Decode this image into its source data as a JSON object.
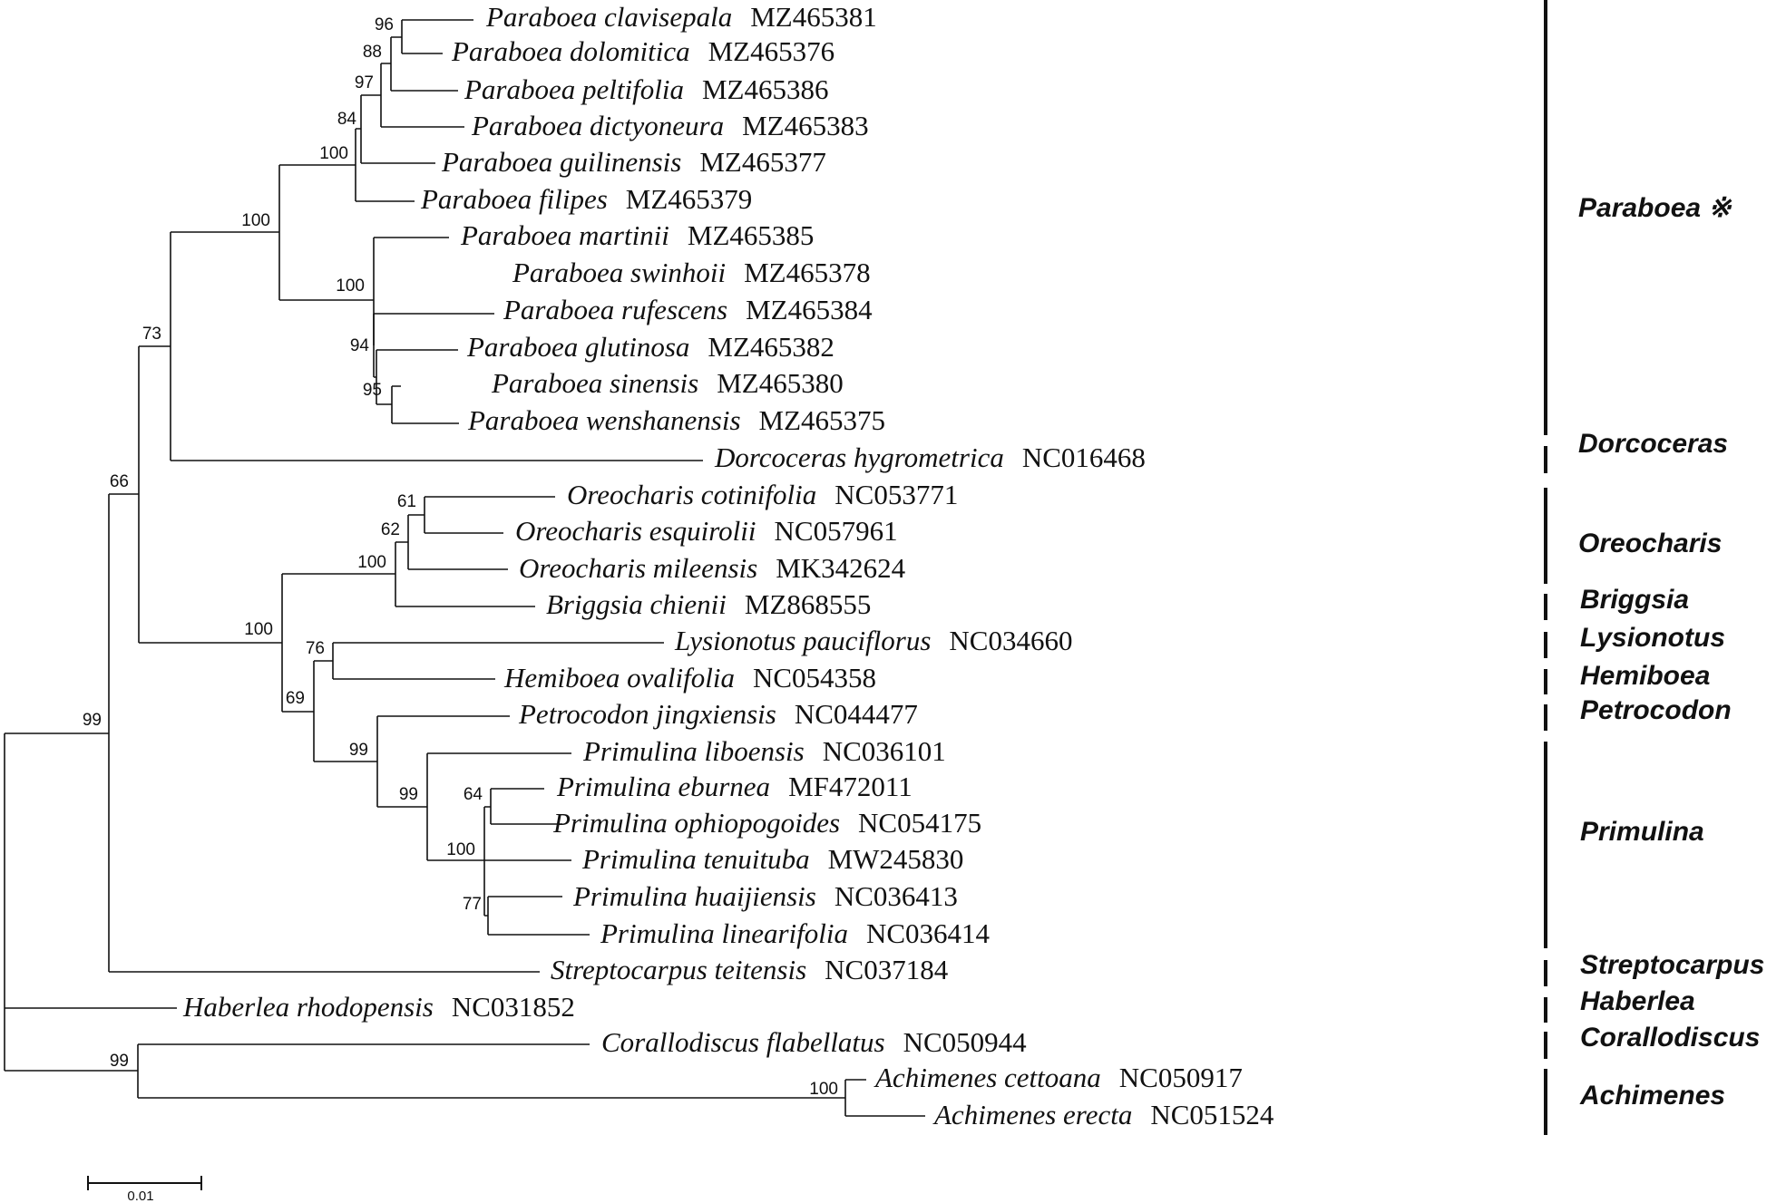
{
  "taxa": [
    {
      "id": "t1",
      "species": "Paraboea clavisepala",
      "accession": "MZ465381"
    },
    {
      "id": "t2",
      "species": "Paraboea dolomitica",
      "accession": "MZ465376"
    },
    {
      "id": "t3",
      "species": "Paraboea peltifolia",
      "accession": "MZ465386"
    },
    {
      "id": "t4",
      "species": "Paraboea dictyoneura",
      "accession": "MZ465383"
    },
    {
      "id": "t5",
      "species": "Paraboea guilinensis",
      "accession": "MZ465377"
    },
    {
      "id": "t6",
      "species": "Paraboea filipes",
      "accession": "MZ465379"
    },
    {
      "id": "t7",
      "species": "Paraboea martinii",
      "accession": "MZ465385"
    },
    {
      "id": "t8",
      "species": "Paraboea swinhoii",
      "accession": "MZ465378"
    },
    {
      "id": "t9",
      "species": "Paraboea rufescens",
      "accession": "MZ465384"
    },
    {
      "id": "t10",
      "species": "Paraboea glutinosa",
      "accession": "MZ465382"
    },
    {
      "id": "t11",
      "species": "Paraboea sinensis",
      "accession": "MZ465380"
    },
    {
      "id": "t12",
      "species": "Paraboea wenshanensis",
      "accession": "MZ465375"
    },
    {
      "id": "t13",
      "species": "Dorcoceras hygrometrica",
      "accession": "NC016468"
    },
    {
      "id": "t14",
      "species": "Oreocharis cotinifolia",
      "accession": "NC053771"
    },
    {
      "id": "t15",
      "species": "Oreocharis esquirolii",
      "accession": "NC057961"
    },
    {
      "id": "t16",
      "species": "Oreocharis mileensis",
      "accession": "MK342624"
    },
    {
      "id": "t17",
      "species": "Briggsia chienii",
      "accession": "MZ868555"
    },
    {
      "id": "t18",
      "species": "Lysionotus pauciflorus",
      "accession": "NC034660"
    },
    {
      "id": "t19",
      "species": "Hemiboea ovalifolia",
      "accession": "NC054358"
    },
    {
      "id": "t20",
      "species": "Petrocodon jingxiensis",
      "accession": "NC044477"
    },
    {
      "id": "t21",
      "species": "Primulina liboensis",
      "accession": "NC036101"
    },
    {
      "id": "t22",
      "species": "Primulina eburnea",
      "accession": "MF472011"
    },
    {
      "id": "t23",
      "species": "Primulina ophiopogoides",
      "accession": "NC054175"
    },
    {
      "id": "t24",
      "species": "Primulina tenuituba",
      "accession": "MW245830"
    },
    {
      "id": "t25",
      "species": "Primulina huaijiensis",
      "accession": "NC036413"
    },
    {
      "id": "t26",
      "species": "Primulina linearifolia",
      "accession": "NC036414"
    },
    {
      "id": "t27",
      "species": "Streptocarpus teitensis",
      "accession": "NC037184"
    },
    {
      "id": "t28",
      "species": "Haberlea rhodopensis",
      "accession": "NC031852"
    },
    {
      "id": "t29",
      "species": "Corallodiscus flabellatus",
      "accession": "NC050944"
    },
    {
      "id": "t30",
      "species": "Achimenes cettoana",
      "accession": "NC050917"
    },
    {
      "id": "t31",
      "species": "Achimenes erecta",
      "accession": "NC051524"
    }
  ],
  "bootstrap_values": [
    "96",
    "88",
    "97",
    "84",
    "100",
    "100",
    "100",
    "94",
    "95",
    "73",
    "61",
    "62",
    "100",
    "100",
    "76",
    "69",
    "99",
    "99",
    "64",
    "100",
    "77",
    "66",
    "99",
    "99",
    "100"
  ],
  "groups": [
    "Paraboea ※",
    "Dorcoceras",
    "Oreocharis",
    "Briggsia",
    "Lysionotus",
    "Hemiboea",
    "Petrocodon",
    "Primulina",
    "Streptocarpus",
    "Haberlea",
    "Corallodiscus",
    "Achimenes"
  ],
  "scale_bar": {
    "label": "0.01"
  },
  "colors": {
    "line": "#111111",
    "text": "#111111",
    "background": "#ffffff"
  }
}
